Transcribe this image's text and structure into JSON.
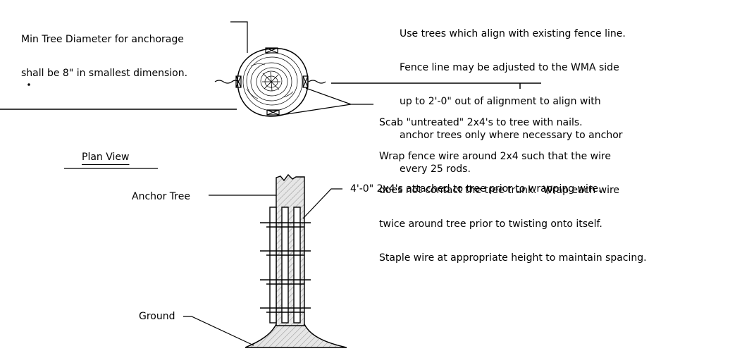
{
  "notes": {
    "min_diameter": [
      "Min Tree Diameter for anchorage",
      "shall be 8\" in smallest dimension."
    ],
    "alignment": [
      "Use trees which align with existing fence line.",
      "Fence line may be adjusted to the WMA side",
      "up to 2'-0\" out of alignment to align with",
      "anchor trees only where necessary to anchor",
      "every 25 rods."
    ],
    "scab": [
      "Scab \"untreated\" 2x4's to tree with nails.",
      "Wrap fence wire around 2x4 such that the wire",
      "does not contact the tree trunk.  Wrap each wire",
      "twice around tree prior to twisting onto itself.",
      "Staple wire at appropriate height to maintain spacing."
    ],
    "plan_view": "Plan View",
    "anchor_tree": "Anchor Tree",
    "boards": "4'-0\" 2x4's attached to tree prior to wrapping wire.",
    "ground": "Ground"
  }
}
